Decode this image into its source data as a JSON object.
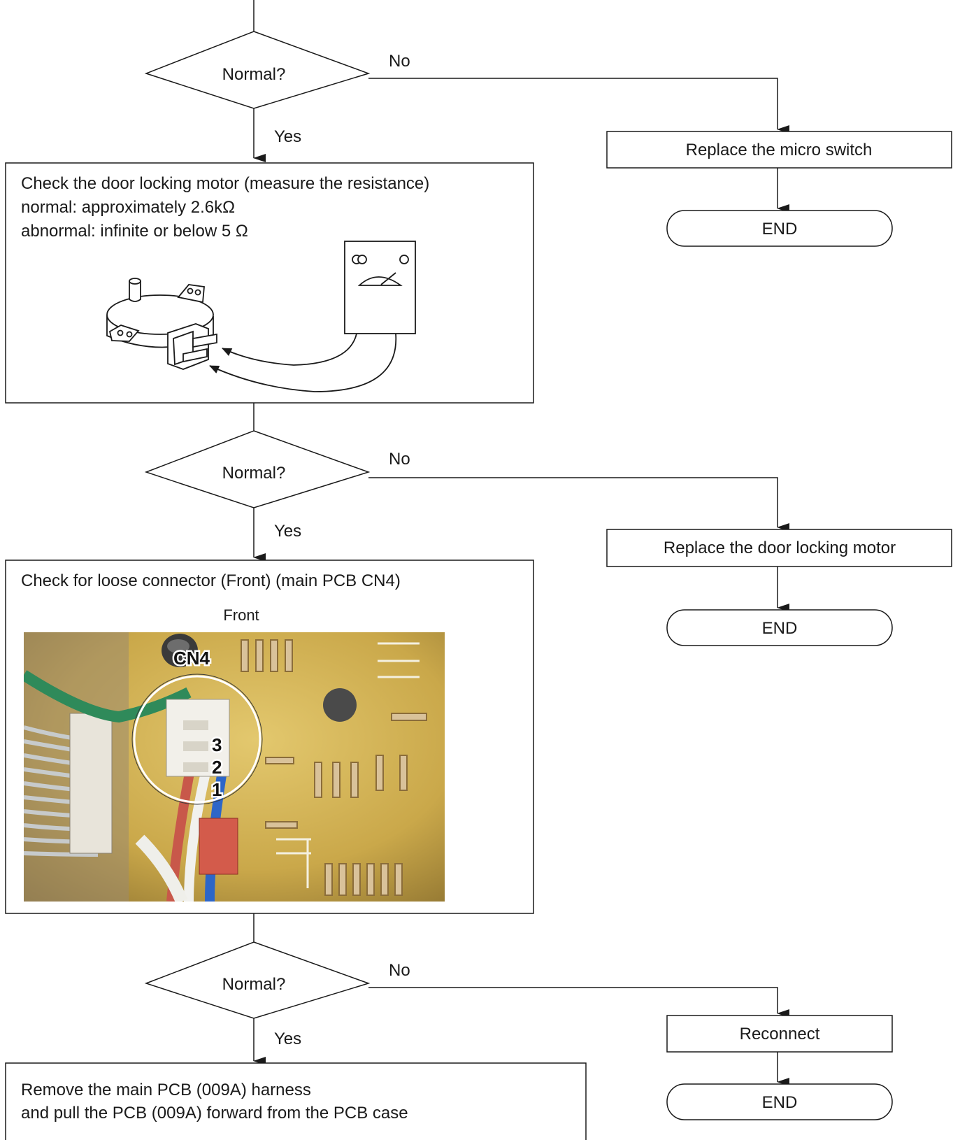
{
  "decisions": [
    {
      "question": "Normal?",
      "yes": "Yes",
      "no": "No"
    },
    {
      "question": "Normal?",
      "yes": "Yes",
      "no": "No"
    },
    {
      "question": "Normal?",
      "yes": "Yes",
      "no": "No"
    }
  ],
  "step_motor": {
    "lines": [
      "Check the door locking motor (measure the resistance)",
      "normal: approximately 2.6kΩ",
      "abnormal: infinite or below 5 Ω"
    ]
  },
  "step_connector": {
    "title": "Check for loose connector (Front) (main PCB CN4)",
    "photo_caption": "Front",
    "photo_connector_label": "CN4",
    "photo_pins": [
      "3",
      "2",
      "1"
    ]
  },
  "step_pcb": {
    "lines": [
      "Remove the main PCB (009A) harness",
      "and pull the PCB (009A) forward from the PCB case"
    ]
  },
  "actions": [
    {
      "label": "Replace the micro switch",
      "end": "END"
    },
    {
      "label": "Replace the door locking motor",
      "end": "END"
    },
    {
      "label": "Reconnect",
      "end": "END"
    }
  ]
}
